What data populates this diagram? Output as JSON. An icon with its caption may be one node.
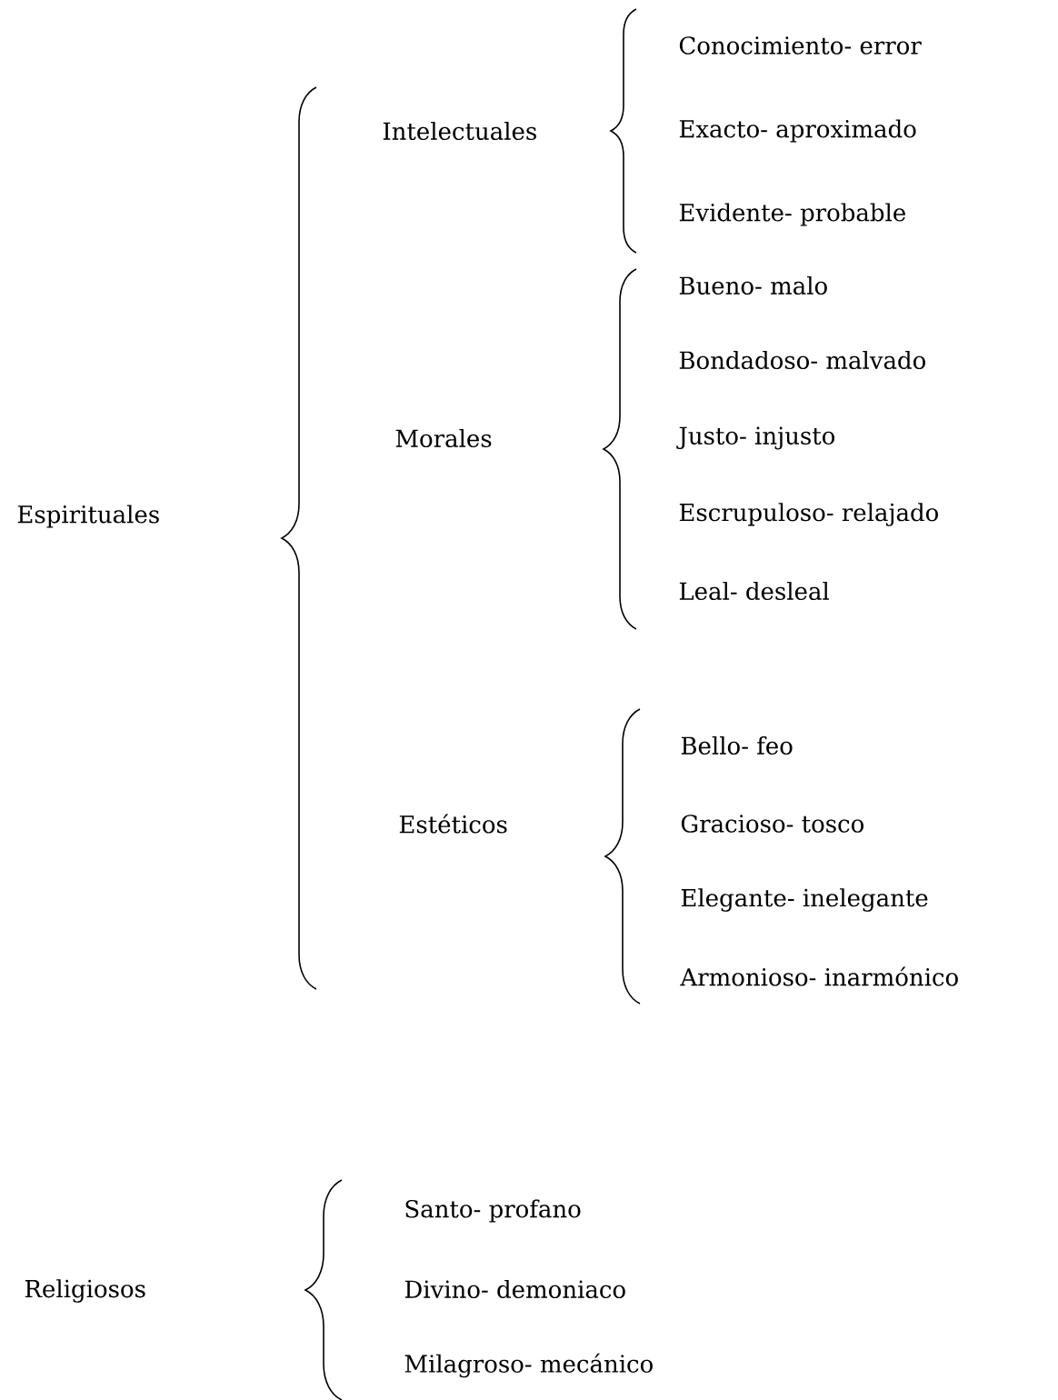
{
  "diagram": {
    "labels": [
      "Espirituales",
      "Intelectuales",
      "Conocimiento- error",
      "Exacto- aproximado",
      "Evidente- probable",
      "Morales",
      "Bueno- malo",
      "Bondadoso- malvado",
      "Justo- injusto",
      "Escrupuloso- relajado",
      "Leal- desleal",
      "Estéticos",
      "Bello- feo",
      "Gracioso- tosco",
      "Elegante- inelegante",
      "Armonioso- inarmónico",
      "Religiosos",
      "Santo- profano",
      "Divino- demoniaco",
      "Milagroso- mecánico"
    ]
  }
}
